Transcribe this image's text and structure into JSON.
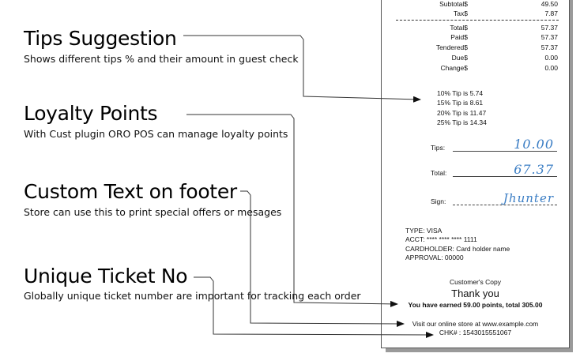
{
  "features": [
    {
      "title": "Tips Suggestion",
      "description": "Shows different tips % and their amount in guest check"
    },
    {
      "title": "Loyalty Points",
      "description": "With Cust plugin ORO POS can manage loyalty points"
    },
    {
      "title": "Custom Text on footer",
      "description": "Store can use this to print special offers or mesages"
    },
    {
      "title": "Unique Ticket No",
      "description": "Globally unique ticket number are important for tracking each order"
    }
  ],
  "receipt": {
    "totals_top": [
      {
        "label": "Subtotal$",
        "value": "49.50"
      },
      {
        "label": "Tax$",
        "value": "7.87"
      }
    ],
    "totals_bottom": [
      {
        "label": "Total$",
        "value": "57.37"
      },
      {
        "label": "Paid$",
        "value": "57.37"
      },
      {
        "label": "Tendered$",
        "value": "57.37"
      },
      {
        "label": "Due$",
        "value": "0.00"
      },
      {
        "label": "Change$",
        "value": "0.00"
      }
    ],
    "tips": [
      "10% Tip is 5.74",
      "15% Tip is 8.61",
      "20% Tip is 11.47",
      "25% Tip is 14.34"
    ],
    "tips_label": "Tips:",
    "tips_handwritten": "10.00",
    "total_label": "Total:",
    "total_handwritten": "67.37",
    "sign_label": "Sign:",
    "signature_text": "Jhunter",
    "card": [
      "TYPE: VISA",
      "ACCT: **** **** **** 1111",
      "CARDHOLDER: Card holder name",
      "APPROVAL: 00000"
    ],
    "copy_label": "Customer's Copy",
    "thank_you": "Thank you",
    "loyalty": "You have earned 59.00 points, total 305.00",
    "footer_text": "Visit our online store at www.example.com",
    "ticket_no": "CHK# : 1543015551067"
  },
  "colors": {
    "handwriting": "#3a7dc4",
    "text": "#000000",
    "connector": "#333333"
  }
}
